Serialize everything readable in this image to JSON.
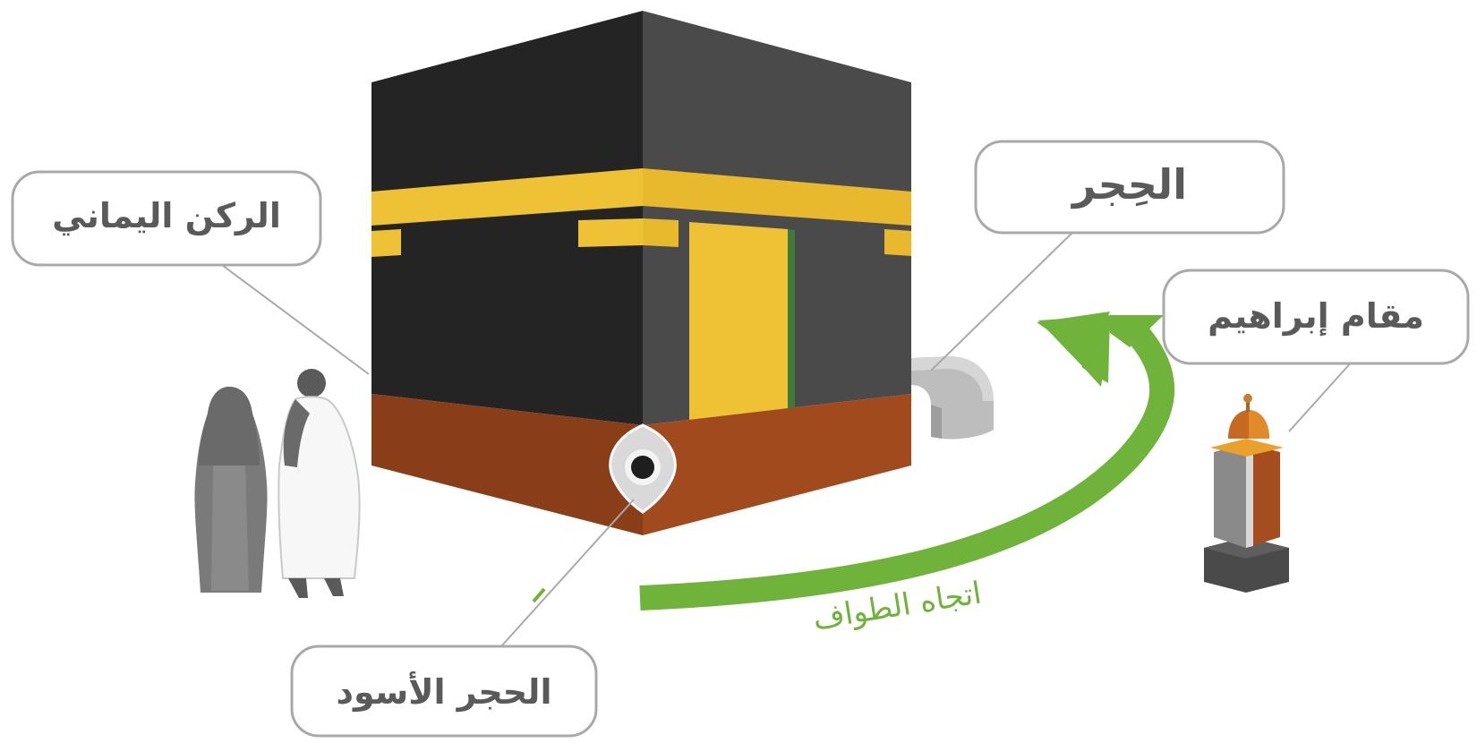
{
  "labels": {
    "rukn_yamani": "الركن اليماني",
    "hijr": "الحِجر",
    "maqam_ibrahim": "مقام إبراهيم",
    "hajar_aswad": "الحجر الأسود",
    "tawaf_direction": "اتجاه الطواف"
  },
  "colors": {
    "kaaba_face_left": "#242424",
    "kaaba_face_right": "#4a4a4a",
    "kaaba_top": "#1e1e1e",
    "kiswa_band": "#eec234",
    "base": "#8b4019",
    "arrow": "#6fb33b",
    "bubble_stroke": "#a9a9a9",
    "label_text": "#5a5a5a"
  }
}
